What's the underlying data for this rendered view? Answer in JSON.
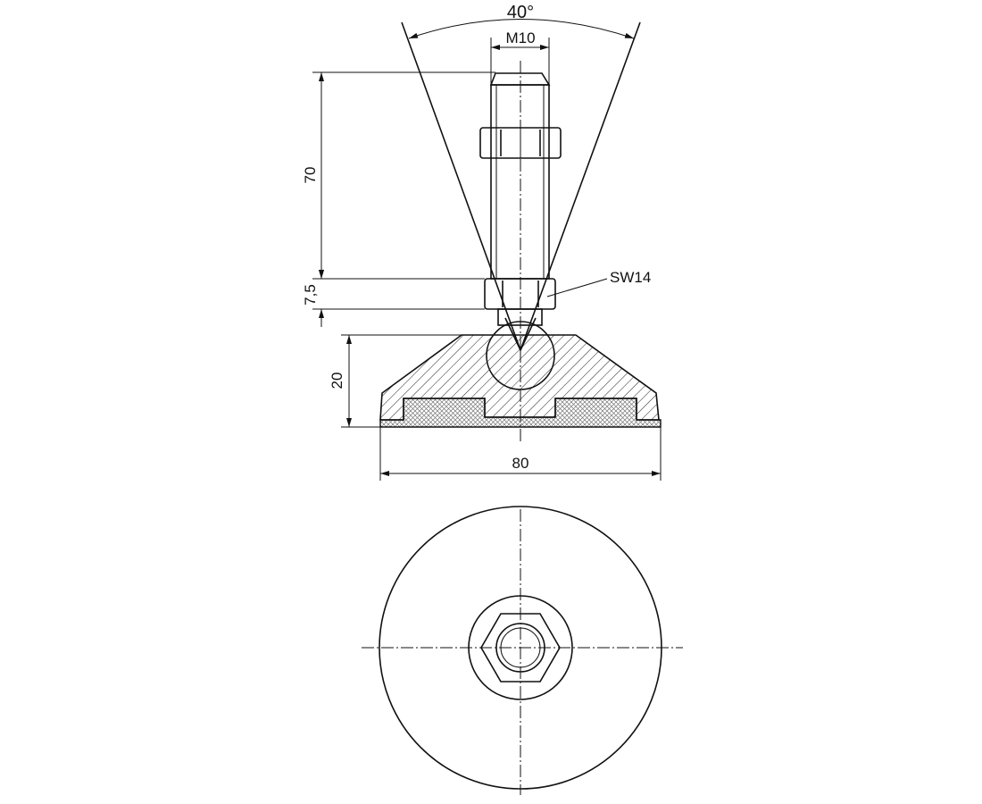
{
  "drawing": {
    "angle_label": "40°",
    "thread_label": "M10",
    "height_label": "70",
    "nut_height_label": "7,5",
    "wrench_size_label": "SW14",
    "base_height_label": "20",
    "base_diameter_label": "80"
  }
}
